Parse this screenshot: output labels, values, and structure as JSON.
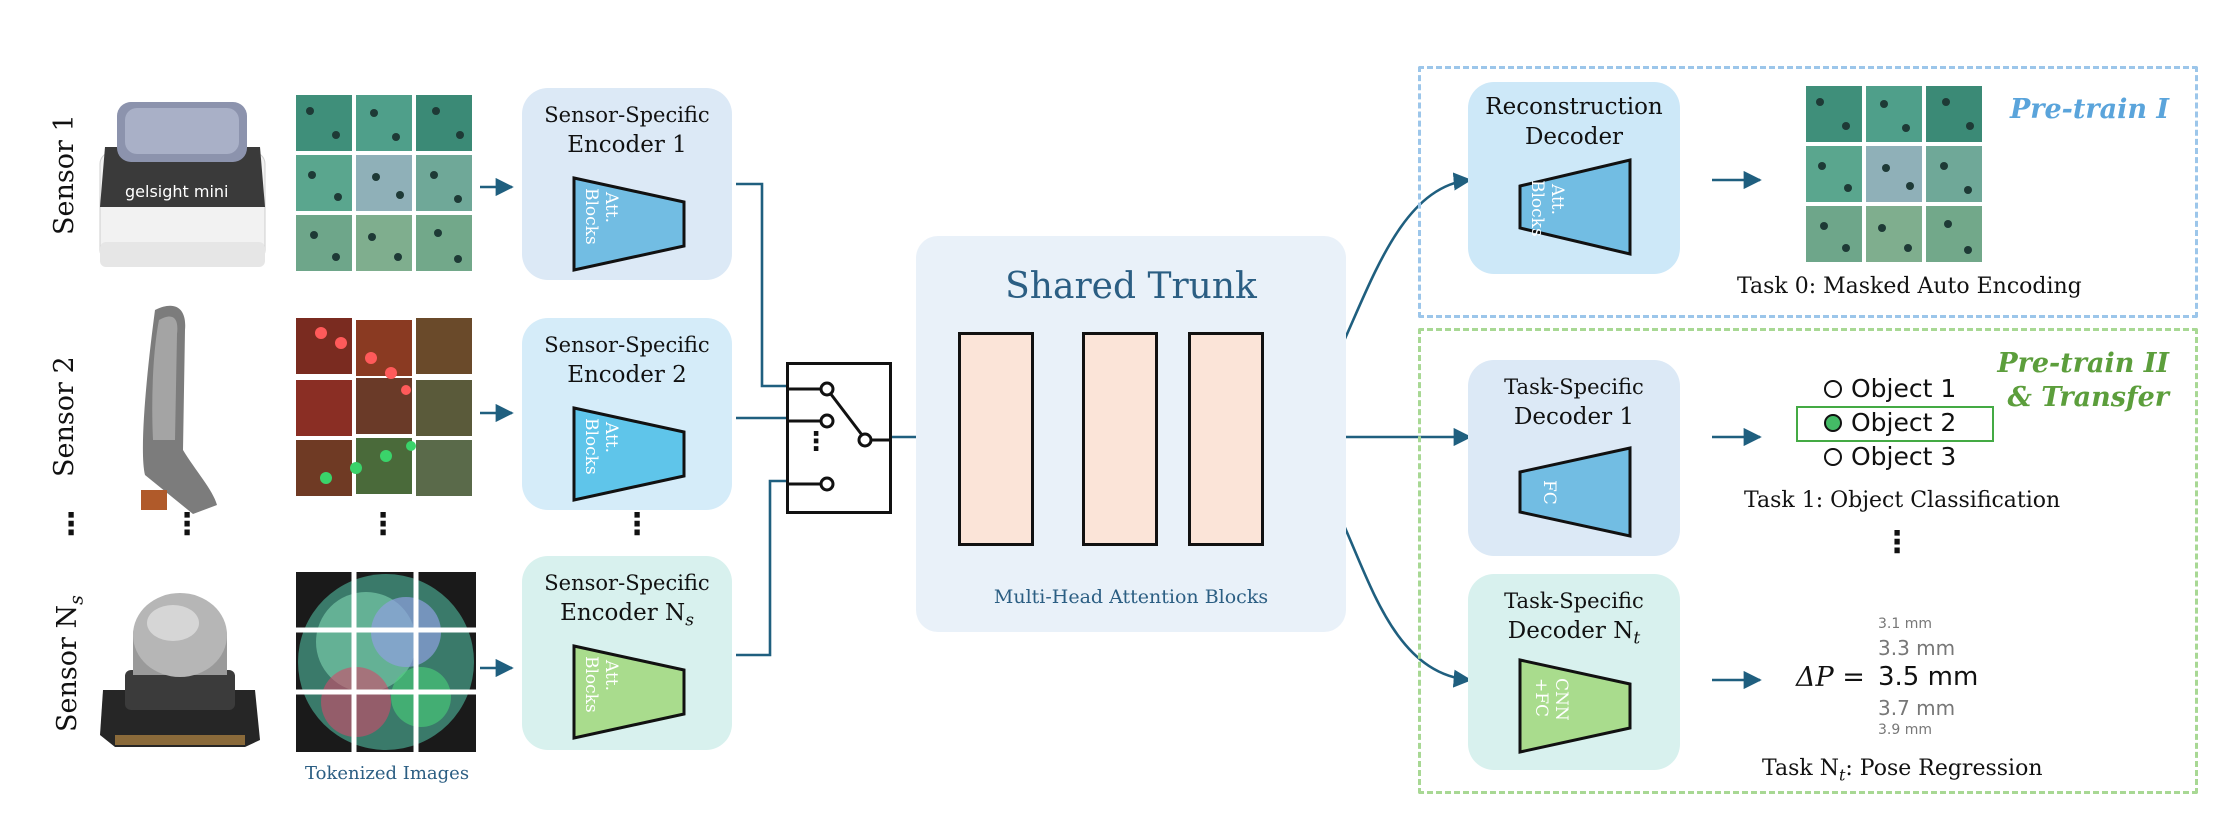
{
  "sensors": [
    {
      "label": "Sensor 1",
      "device": "gelsight mini"
    },
    {
      "label": "Sensor 2"
    },
    {
      "label": "Sensor N",
      "subscript": "s"
    }
  ],
  "ellipsis": "⋮",
  "tokenized_label": "Tokenized Images",
  "encoders": [
    {
      "line1": "Sensor-Specific",
      "line2": "Encoder 1",
      "block": "Att. Blocks",
      "color": "#72bde3",
      "bg": "#dce9f6"
    },
    {
      "line1": "Sensor-Specific",
      "line2": "Encoder 2",
      "block": "Att. Blocks",
      "color": "#5fc5ea",
      "bg": "#d5ecf9"
    },
    {
      "line1": "Sensor-Specific",
      "line2": "Encoder N",
      "line2_sub": "s",
      "block": "Att. Blocks",
      "color": "#a9dc8d",
      "bg": "#d8f1ee"
    }
  ],
  "switch_dots": "⋮",
  "trunk": {
    "title": "Shared Trunk",
    "subtitle": "Multi-Head Attention Blocks"
  },
  "decoders": [
    {
      "line1": "Reconstruction",
      "line2": "Decoder",
      "block": "Att. Blocks",
      "color": "#72bde3",
      "bg": "#cde8f8"
    },
    {
      "line1": "Task-Specific",
      "line2": "Decoder 1",
      "block": "FC",
      "color": "#72bde3",
      "bg": "#dce9f6"
    },
    {
      "line1": "Task-Specific",
      "line2": "Decoder N",
      "line2_sub": "t",
      "block": "CNN +FC",
      "color": "#a9dc8d",
      "bg": "#d8f1ee"
    }
  ],
  "groups": {
    "pretrain1": {
      "label": "Pre-train I",
      "color": "#5aa4db"
    },
    "pretrain2": {
      "label1": "Pre-train II",
      "label2": "& Transfer",
      "color": "#5c9e3c"
    }
  },
  "tasks": {
    "task0": "Task 0: Masked Auto Encoding",
    "task1": "Task 1: Object Classification",
    "taskN_prefix": "Task N",
    "taskN_sub": "t",
    "taskN_suffix": ": Pose Regression"
  },
  "objects": [
    "Object 1",
    "Object 2",
    "Object 3"
  ],
  "selected_object_index": 1,
  "regression": {
    "lhs": "ΔP =",
    "values": [
      "3.1 mm",
      "3.3 mm",
      "3.5 mm",
      "3.7 mm",
      "3.9 mm"
    ]
  },
  "colors": {
    "arrow": "#1f5f7f",
    "line": "#111111",
    "selected_box": "#44aa44"
  }
}
